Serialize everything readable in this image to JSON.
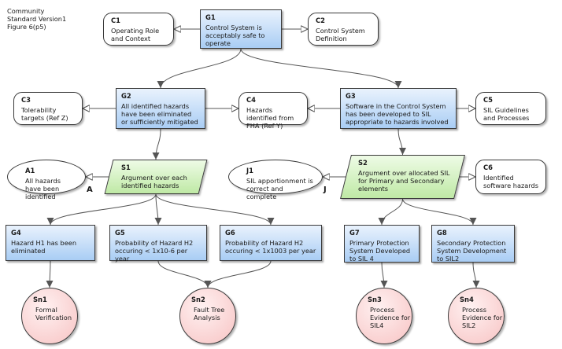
{
  "caption": [
    "Community",
    "Standard Version1",
    "Figure 6(p5)"
  ],
  "nodes": {
    "G1": {
      "id": "G1",
      "text": "Control System is acceptably safe to operate"
    },
    "C1": {
      "id": "C1",
      "text": "Operating Role and Context"
    },
    "C2": {
      "id": "C2",
      "text": "Control System Definition"
    },
    "G2": {
      "id": "G2",
      "text": "All identified hazards have been eliminated or sufficiently mitigated"
    },
    "C3": {
      "id": "C3",
      "text": "Tolerability targets (Ref Z)"
    },
    "C4": {
      "id": "C4",
      "text": "Hazards identified from FHA (Ref Y)"
    },
    "G3": {
      "id": "G3",
      "text": "Software in the Control System has been developed to SIL appropriate to hazards involved"
    },
    "C5": {
      "id": "C5",
      "text": "SIL Guidelines and Processes"
    },
    "A1": {
      "id": "A1",
      "text": "All hazards have been identified"
    },
    "S1": {
      "id": "S1",
      "text": "Argument over each identified hazards"
    },
    "J1": {
      "id": "J1",
      "text": "SIL apportionment is correct and complete"
    },
    "S2": {
      "id": "S2",
      "text": "Argument over allocated SIL for Primary and Secondary elements"
    },
    "C6": {
      "id": "C6",
      "text": "Identified software hazards"
    },
    "G4": {
      "id": "G4",
      "text": "Hazard H1 has been eliminated"
    },
    "G5": {
      "id": "G5",
      "text": "Probability of Hazard H2 occuring < 1x10-6 per year"
    },
    "G6": {
      "id": "G6",
      "text": "Probability of Hazard H2 occuring < 1x1003 per year"
    },
    "G7": {
      "id": "G7",
      "text": "Primary Protection System Developed to SIL 4"
    },
    "G8": {
      "id": "G8",
      "text": "Secondary Protection System Development to SIL2"
    },
    "Sn1": {
      "id": "Sn1",
      "text": "Formal Verification"
    },
    "Sn2": {
      "id": "Sn2",
      "text": "Fault Tree Analysis"
    },
    "Sn3": {
      "id": "Sn3",
      "text": "Process Evidence for SIL4"
    },
    "Sn4": {
      "id": "Sn4",
      "text": "Process Evidence for SIL2"
    }
  },
  "flags": {
    "A1": "A",
    "J1": "J"
  },
  "edges": [
    {
      "from": "G1",
      "to": "C1",
      "kind": "context"
    },
    {
      "from": "G1",
      "to": "C2",
      "kind": "context"
    },
    {
      "from": "G1",
      "to": "G2",
      "kind": "support"
    },
    {
      "from": "G1",
      "to": "G3",
      "kind": "support"
    },
    {
      "from": "G2",
      "to": "C3",
      "kind": "context"
    },
    {
      "from": "G2",
      "to": "C4",
      "kind": "context"
    },
    {
      "from": "G3",
      "to": "C4",
      "kind": "context"
    },
    {
      "from": "G3",
      "to": "C5",
      "kind": "context"
    },
    {
      "from": "G2",
      "to": "S1",
      "kind": "support"
    },
    {
      "from": "G3",
      "to": "S2",
      "kind": "support"
    },
    {
      "from": "S1",
      "to": "A1",
      "kind": "context"
    },
    {
      "from": "S2",
      "to": "J1",
      "kind": "context"
    },
    {
      "from": "S2",
      "to": "C6",
      "kind": "context"
    },
    {
      "from": "S1",
      "to": "G4",
      "kind": "support"
    },
    {
      "from": "S1",
      "to": "G5",
      "kind": "support"
    },
    {
      "from": "S1",
      "to": "G6",
      "kind": "support"
    },
    {
      "from": "S2",
      "to": "G7",
      "kind": "support"
    },
    {
      "from": "S2",
      "to": "G8",
      "kind": "support"
    },
    {
      "from": "G4",
      "to": "Sn1",
      "kind": "support"
    },
    {
      "from": "G5",
      "to": "Sn2",
      "kind": "support"
    },
    {
      "from": "G6",
      "to": "Sn2",
      "kind": "support"
    },
    {
      "from": "G7",
      "to": "Sn3",
      "kind": "support"
    },
    {
      "from": "G8",
      "to": "Sn4",
      "kind": "support"
    }
  ],
  "colors": {
    "goal": "#a9cdf4",
    "strategy": "#bfe9a5",
    "solution": "#f7c3c3",
    "line": "#555555"
  }
}
